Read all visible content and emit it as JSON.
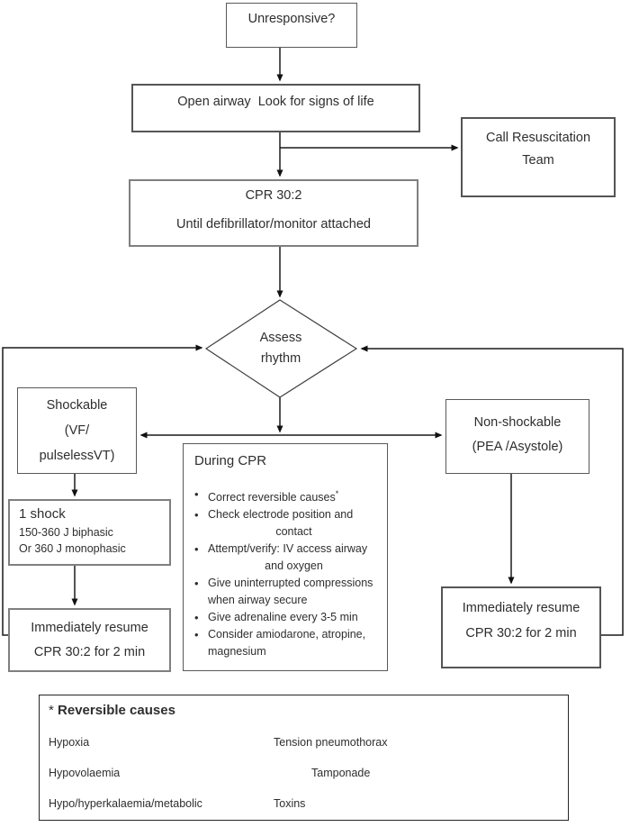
{
  "diagram": {
    "title_hint": "Adult Advanced Life Support flowchart",
    "unresponsive": "Unresponsive?",
    "open_airway": "Open airway  Look for signs of life",
    "call_team": {
      "line1": "Call Resuscitation",
      "line2": "Team"
    },
    "cpr": {
      "line1": "CPR 30:2",
      "line2": "Until defibrillator/monitor attached"
    },
    "assess": {
      "line1": "Assess",
      "line2": "rhythm"
    },
    "shockable": {
      "line1": "Shockable",
      "line2": "(VF/",
      "line3": "pulselessVT)"
    },
    "one_shock": {
      "title": "1 shock",
      "line1": "150-360 J biphasic",
      "line2": "Or 360 J monophasic"
    },
    "left_resume": {
      "line1": "Immediately resume",
      "line2": "CPR 30:2 for 2 min"
    },
    "non_shockable": {
      "line1": "Non-shockable",
      "line2": "(PEA /Asystole)"
    },
    "right_resume": {
      "line1": "Immediately resume",
      "line2": "CPR 30:2 for 2 min"
    },
    "during_cpr": {
      "title": "During CPR",
      "bullet1": "Correct reversible causes",
      "bullet1_superscript": "*",
      "bullet2_line1": "Check electrode position and",
      "bullet2_line2": "contact",
      "bullet3_line1": "Attempt/verify: IV access airway",
      "bullet3_line2": "and oxygen",
      "bullet4": "Give uninterrupted compressions when airway secure",
      "bullet5": "Give adrenaline every 3-5 min",
      "bullet6": "Consider amiodarone, atropine, magnesium"
    },
    "reversible": {
      "star": "* ",
      "title": "Reversible causes",
      "left_items": [
        "Hypoxia",
        "Hypovolaemia",
        "Hypo/hyperkalaemia/metabolic"
      ],
      "right_items": [
        "Tension pneumothorax",
        "Tamponade",
        "Toxins"
      ]
    }
  }
}
